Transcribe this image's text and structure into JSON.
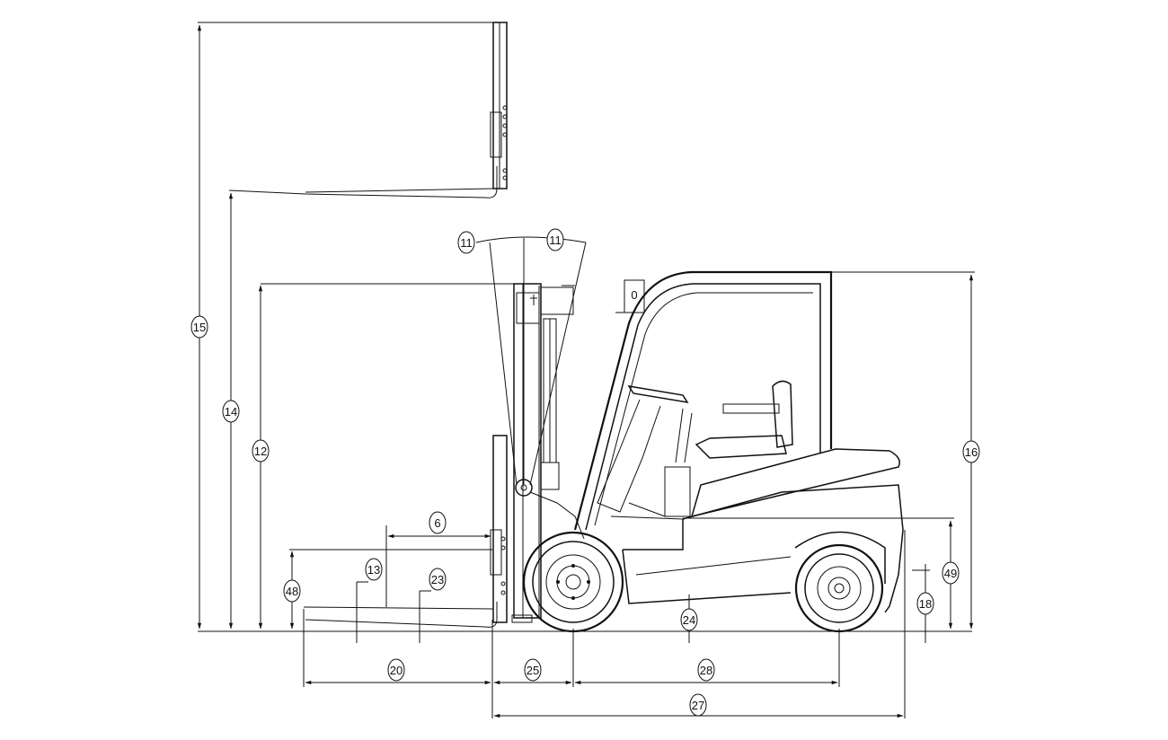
{
  "diagram": {
    "type": "forklift-side-view-dimension-drawing",
    "line_color": "#111111",
    "background": "#ffffff",
    "callouts": {
      "mast_tilt_forward": "11",
      "mast_tilt_backward": "11",
      "lift_height": "12",
      "fork_dimension_13": "13",
      "free_lift_height": "14",
      "extended_mast_height": "15",
      "overhead_guard_height": "16",
      "seat_height_18": "18",
      "fork_length_20": "20",
      "fork_thickness_23": "23",
      "ground_clearance": "24",
      "front_overhang": "25",
      "overall_length": "27",
      "wheelbase": "28",
      "fork_height_48": "48",
      "height_49": "49",
      "load_center": "6",
      "cab_mark": "0"
    }
  }
}
